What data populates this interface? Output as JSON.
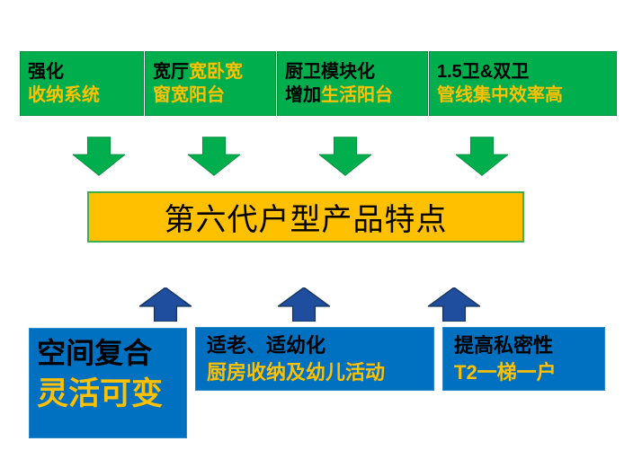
{
  "colors": {
    "green": "#00AE4E",
    "green_border": "#00913E",
    "gold": "#FFC000",
    "gold_box_border": "#3FAE52",
    "blue": "#0070C0",
    "blue_border": "#2D87C9",
    "arrow_blue": "#1F4E9F",
    "arrow_blue_border": "#17375E",
    "text_black": "#000000",
    "text_yellow": "#FFC000",
    "background": "#FFFFFF"
  },
  "center_box": {
    "title": "第六代户型产品特点"
  },
  "top_boxes": [
    {
      "line1": [
        {
          "t": "强化",
          "c": "black"
        }
      ],
      "line2": [
        {
          "t": "收纳系统",
          "c": "yellow"
        }
      ]
    },
    {
      "line1": [
        {
          "t": "宽厅",
          "c": "black"
        },
        {
          "t": "宽卧宽",
          "c": "yellow"
        }
      ],
      "line2": [
        {
          "t": "窗宽阳台",
          "c": "yellow"
        }
      ]
    },
    {
      "line1": [
        {
          "t": "厨卫模块化",
          "c": "black"
        }
      ],
      "line2": [
        {
          "t": "增加",
          "c": "black"
        },
        {
          "t": "生活阳台",
          "c": "yellow"
        }
      ]
    },
    {
      "line1": [
        {
          "t": "1.5卫&双卫",
          "c": "black"
        }
      ],
      "line2": [
        {
          "t": "管线集中效率高",
          "c": "yellow"
        }
      ]
    }
  ],
  "bottom_boxes": [
    {
      "line1": [
        {
          "t": "空间复合",
          "c": "black"
        }
      ],
      "line2": [
        {
          "t": "灵活可变",
          "c": "yellow"
        }
      ]
    },
    {
      "line1": [
        {
          "t": "适老、适幼化",
          "c": "black"
        }
      ],
      "line2": [
        {
          "t": "厨房收纳及幼儿活动",
          "c": "yellow"
        }
      ]
    },
    {
      "line1": [
        {
          "t": "提高私密性",
          "c": "black"
        }
      ],
      "line2": [
        {
          "t": "T2一梯一户",
          "c": "yellow"
        }
      ]
    }
  ]
}
